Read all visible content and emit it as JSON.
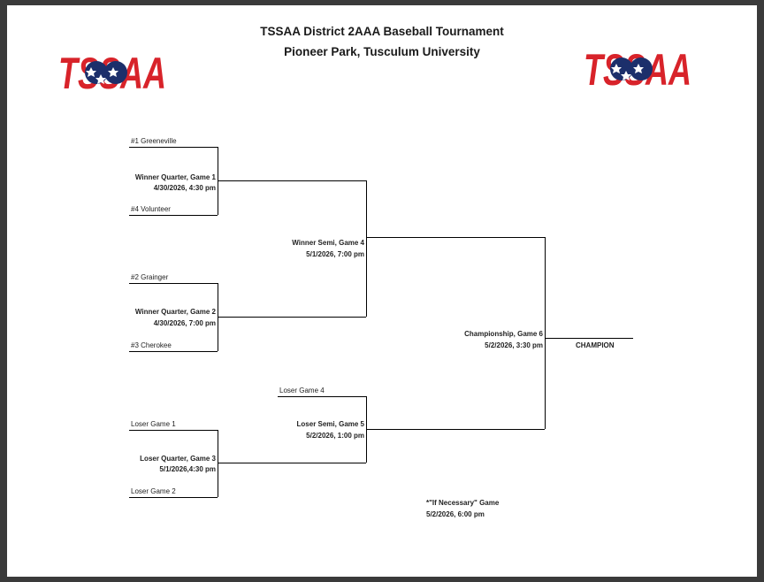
{
  "header": {
    "title": "TSSAA District 2AAA Baseball Tournament",
    "subtitle": "Pioneer Park, Tusculum University",
    "logo_text": "TSSAA"
  },
  "teams": {
    "seed1": "#1 Greeneville",
    "seed4": "#4 Volunteer",
    "seed2": "#2 Grainger",
    "seed3": "#3 Cherokee"
  },
  "games": {
    "q1": {
      "name": "Winner Quarter, Game 1",
      "time": "4/30/2026, 4:30 pm"
    },
    "q2": {
      "name": "Winner Quarter, Game 2",
      "time": "4/30/2026, 7:00 pm"
    },
    "s4": {
      "name": "Winner Semi, Game 4",
      "time": "5/1/2026, 7:00 pm"
    },
    "lq3": {
      "name": "Loser Quarter, Game 3",
      "time": "5/1/2026,4:30 pm"
    },
    "ls5": {
      "name": "Loser Semi, Game 5",
      "time": "5/2/2026, 1:00 pm"
    },
    "c6": {
      "name": "Championship, Game 6",
      "time": "5/2/2026, 3:30 pm"
    }
  },
  "loser_slots": {
    "l1": "Loser Game 1",
    "l2": "Loser Game 2",
    "l4": "Loser Game 4"
  },
  "champion": "CHAMPION",
  "if_necessary": {
    "label": "*\"If Necessary\" Game",
    "time": "5/2/2026, 6:00 pm"
  },
  "colors": {
    "logo_red": "#d8232a",
    "logo_blue": "#1c2f6b"
  }
}
